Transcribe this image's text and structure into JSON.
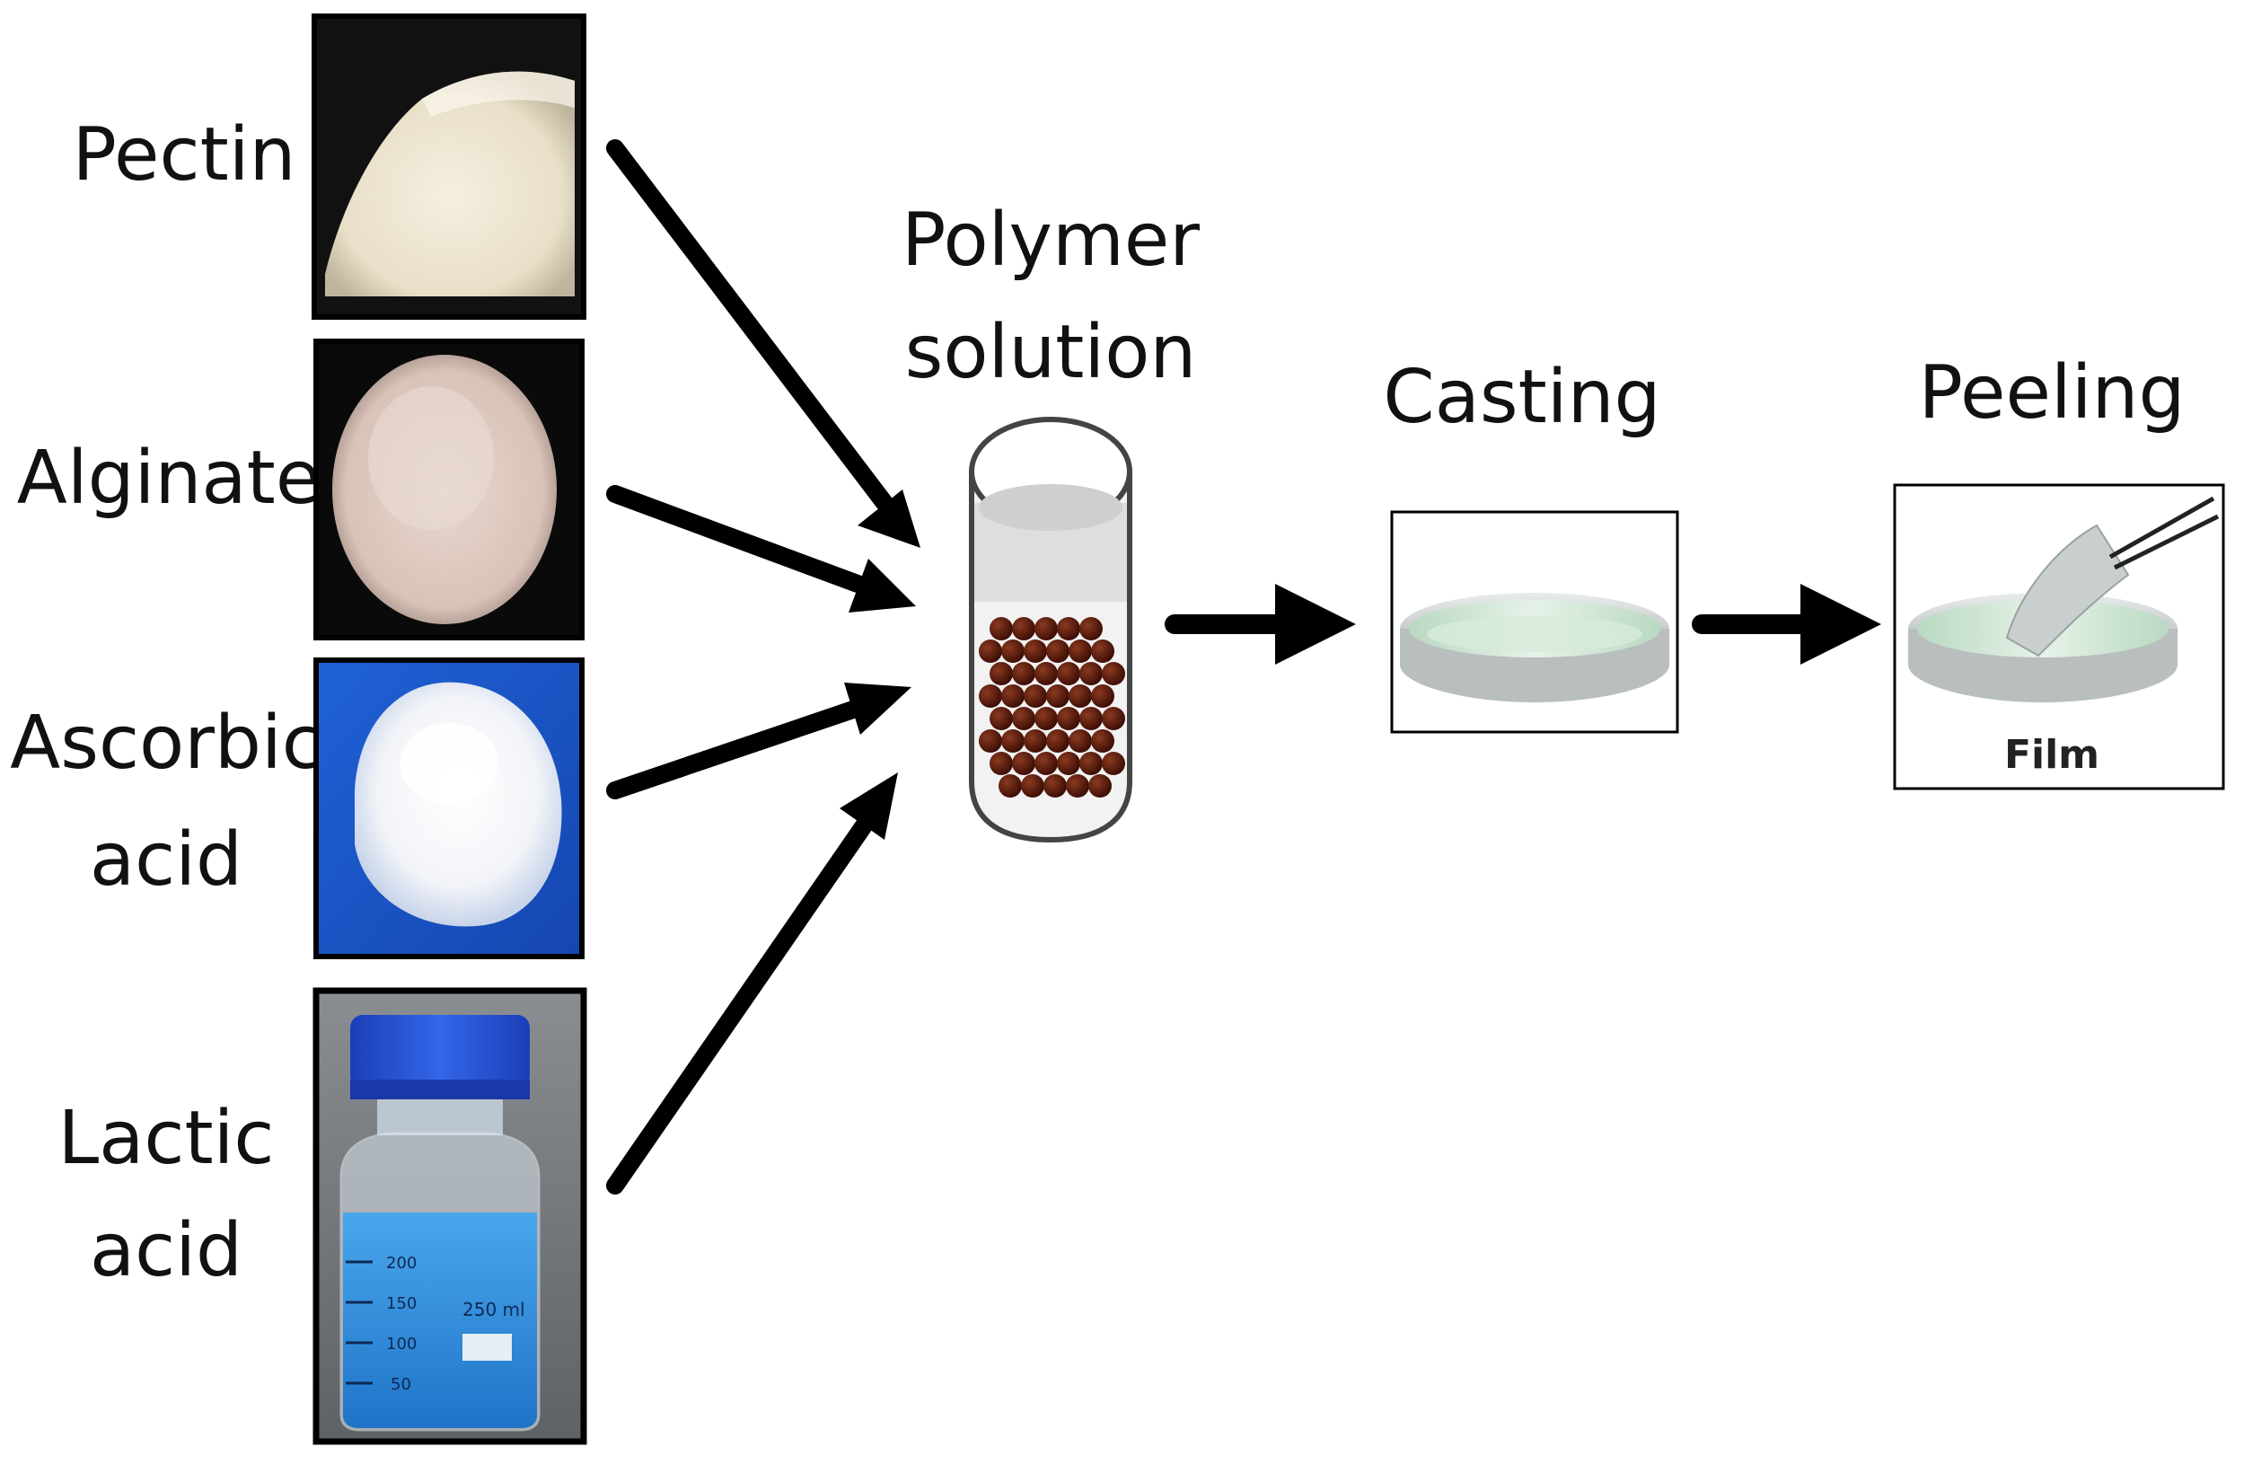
{
  "ingredients": [
    {
      "label": "Pectin",
      "icon": "pectin-powder-photo"
    },
    {
      "label": "Alginate",
      "icon": "alginate-powder-photo"
    },
    {
      "label_line1": "Ascorbic",
      "label_line2": "acid",
      "icon": "ascorbic-acid-crystals-photo"
    },
    {
      "label_line1": "Lactic",
      "label_line2": "acid",
      "icon": "lactic-acid-bottle-photo"
    }
  ],
  "bottle": {
    "graduations": [
      "200",
      "150",
      "100",
      "50"
    ],
    "volume": "250 ml"
  },
  "polymer_solution": {
    "line1": "Polymer",
    "line2": "solution",
    "icon": "test-tube-beads"
  },
  "casting": {
    "label": "Casting",
    "icon": "petri-dish"
  },
  "peeling": {
    "label": "Peeling",
    "caption": "Film",
    "icon": "petri-dish-with-tweezers"
  },
  "colors": {
    "arrow": "#000000",
    "powder": "#f1ead8",
    "bead": "#4a1208",
    "bottle_blue": "#2f8fd8",
    "cap_blue": "#2450d0",
    "photo_blue_bg": "#1a56c8"
  }
}
